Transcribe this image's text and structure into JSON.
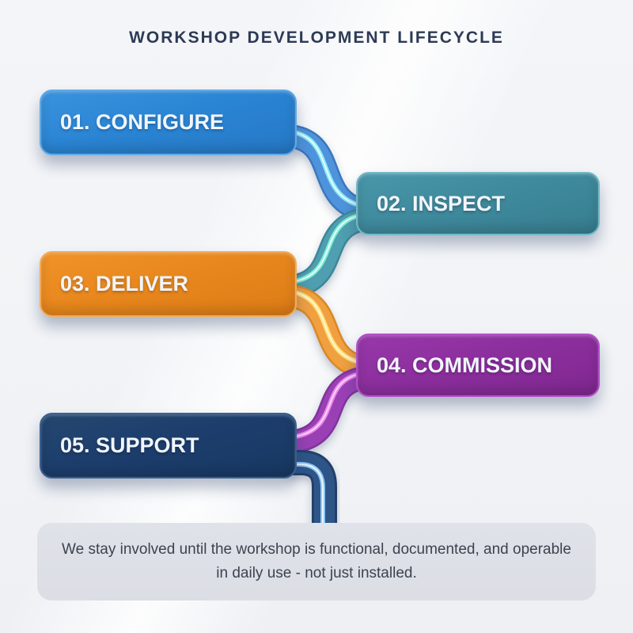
{
  "title": "WORKSHOP DEVELOPMENT LIFECYCLE",
  "title_color": "#2c3a54",
  "background_color": "#f3f4f7",
  "stages": [
    {
      "id": "configure",
      "label": "01. CONFIGURE",
      "fill": "#2a85d4",
      "border": "#62aae6",
      "connector": "#4f93dc",
      "connector_highlight": "#8beaf2"
    },
    {
      "id": "inspect",
      "label": "02. INSPECT",
      "fill": "#3f8a9d",
      "border": "#74b9c6",
      "connector": "#4f9fb0",
      "connector_highlight": "#7df0d9"
    },
    {
      "id": "deliver",
      "label": "03. DELIVER",
      "fill": "#e8871d",
      "border": "#f3ab58",
      "connector": "#f0a03f",
      "connector_highlight": "#ffde7a"
    },
    {
      "id": "commission",
      "label": "04. COMMISSION",
      "fill": "#8c2f9e",
      "border": "#b44fc9",
      "connector": "#9a41b5",
      "connector_highlight": "#ee86ee"
    },
    {
      "id": "support",
      "label": "05. SUPPORT",
      "fill": "#1d3e6d",
      "border": "#3b608f",
      "connector": "#2f5588",
      "connector_highlight": "#8ec6f2"
    }
  ],
  "footer": {
    "text": "We stay involved until the workshop is functional, documented, and operable in daily use - not just installed."
  }
}
